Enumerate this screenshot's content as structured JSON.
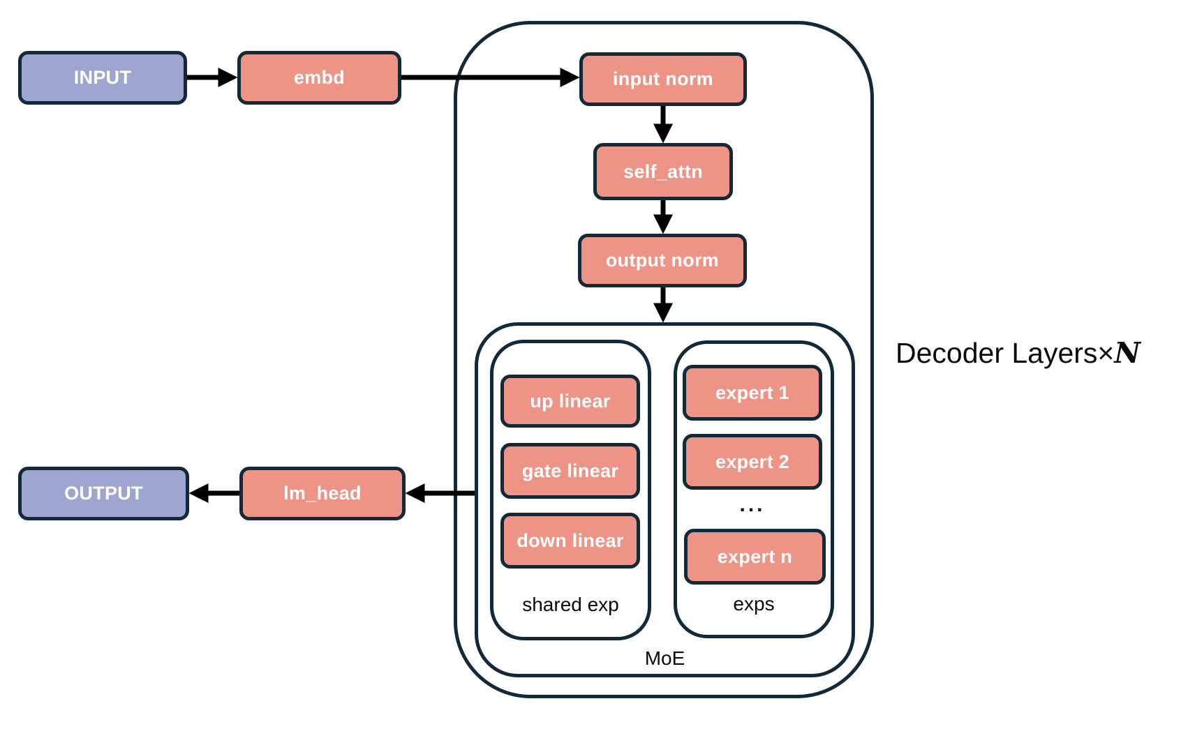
{
  "diagram": {
    "io_nodes": {
      "input": "INPUT",
      "output": "OUTPUT"
    },
    "modules": {
      "embd": "embd",
      "lm_head": "lm_head"
    },
    "decoder": {
      "title_prefix": "Decoder Layers×",
      "title_n": "N",
      "input_norm": "input norm",
      "self_attn": "self_attn",
      "output_norm": "output norm",
      "moe": {
        "label": "MoE",
        "shared_exp": {
          "label": "shared exp",
          "items": [
            "up linear",
            "gate linear",
            "down linear"
          ]
        },
        "exps": {
          "label": "exps",
          "experts": [
            "expert 1",
            "expert 2",
            "expert n"
          ],
          "ellipsis": "..."
        }
      }
    },
    "colors": {
      "io_fill": "#9EA6D0",
      "module_fill": "#EE9487",
      "border": "#112939",
      "arrow": "#000000",
      "label_text": "#0a0a0a",
      "node_text": "#ffffff",
      "background": "#ffffff"
    }
  }
}
